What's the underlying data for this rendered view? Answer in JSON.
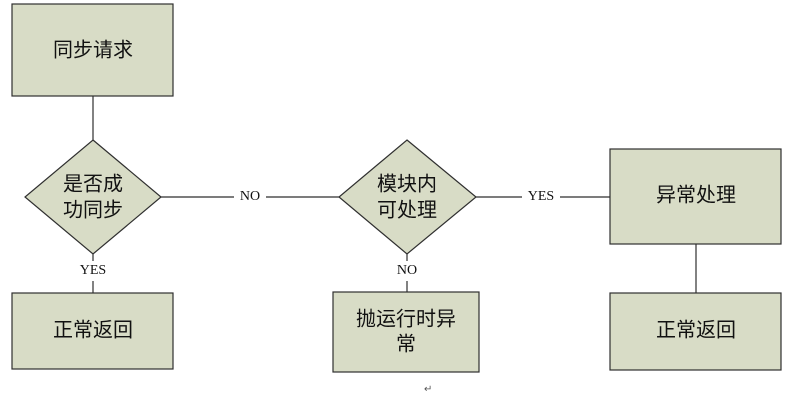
{
  "nodes": {
    "sync_request": {
      "text": "同步请求"
    },
    "is_success": {
      "line1": "是否成",
      "line2": "功同步"
    },
    "module_handle": {
      "line1": "模块内",
      "line2": "可处理"
    },
    "exception_handling": {
      "text": "异常处理"
    },
    "normal_return_left": {
      "text": "正常返回"
    },
    "throw_exception": {
      "line1": "抛运行时异",
      "line2": "常"
    },
    "normal_return_right": {
      "text": "正常返回"
    }
  },
  "edges": {
    "success_yes": "YES",
    "success_no": "NO",
    "module_yes": "YES",
    "module_no": "NO"
  },
  "paragraph_mark": "↵"
}
